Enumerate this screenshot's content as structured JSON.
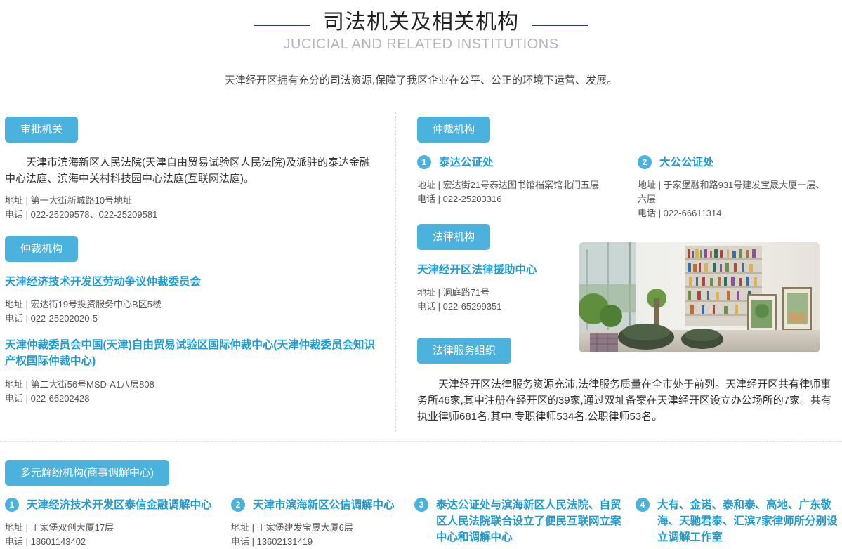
{
  "header": {
    "title": "司法机关及相关机构",
    "subtitle": "JUCICIAL AND RELATED INSTITUTIONS",
    "intro": "天津经开区拥有充分的司法资源,保障了我区企业在公平、公正的环境下运营、发展。"
  },
  "left": {
    "approval": {
      "label": "审批机关",
      "paragraph": "天津市滨海新区人民法院(天津自由贸易试验区人民法院)及派驻的泰达金融中心法庭、滨海中关村科技园中心法庭(互联网法庭)。",
      "address": "地址 | 第一大街新城路10号地址",
      "phone": "电话 | 022-25209578、022-25209581"
    },
    "arbitration": {
      "label": "仲裁机构",
      "org1_name": "天津经济技术开发区劳动争议仲裁委员会",
      "org1_address": "地址 | 宏达街19号投资服务中心B区5楼",
      "org1_phone": "电话 | 022-25202020-5",
      "org2_name": "天津仲裁委员会中国(天津)自由贸易试验区国际仲裁中心(天津仲裁委员会知识产权国际仲裁中心)",
      "org2_address": "地址 | 第二大街56号MSD-A1八层808",
      "org2_phone": "电话 | 022-66202428"
    }
  },
  "right": {
    "arbitration": {
      "label": "仲裁机构",
      "item1_num": "1",
      "item1_name": "泰达公证处",
      "item1_address": "地址 | 宏达街21号泰达图书馆档案馆北门五层",
      "item1_phone": "电话 | 022-25203316",
      "item2_num": "2",
      "item2_name": "大公公证处",
      "item2_address": "地址 | 于家堡融和路931号建发宝晟大厦一层、六层",
      "item2_phone": "电话 | 022-66611314"
    },
    "legal": {
      "label": "法律机构",
      "org_name": "天津经开区法律援助中心",
      "address": "地址 | 洞庭路71号",
      "phone": "电话 | 022-65299351"
    },
    "service": {
      "label": "法律服务组织",
      "paragraph": "天津经开区法律服务资源充沛,法律服务质量在全市处于前列。天津经开区共有律师事务所46家,其中注册在经开区的39家,通过双址备案在天津经开区设立办公场所的7家。共有执业律师681名,其中,专职律师534名,公职律师53名。"
    }
  },
  "bottom": {
    "label": "多元解纷机构(商事调解中心)",
    "items": [
      {
        "num": "1",
        "name": "天津经济技术开发区泰信金融调解中心",
        "address": "地址 | 于家堡双创大厦17层",
        "phone": "电话 | 18601143402"
      },
      {
        "num": "2",
        "name": "天津市滨海新区公信调解中心",
        "address": "地址 | 于家堡建发宝晟大厦6层",
        "phone": "电话 | 13602131419"
      },
      {
        "num": "3",
        "name": "泰达公证处与滨海新区人民法院、自贸区人民法院联合设立了便民互联网立案中心和调解中心"
      },
      {
        "num": "4",
        "name": "大有、金诺、泰和泰、高地、广东敬海、天驰君泰、汇滨7家律师所分别设立调解工作室"
      }
    ]
  },
  "colors": {
    "accent": "#4bb2dd",
    "heading": "#1e9bd2",
    "title_line": "#2b3a7a"
  }
}
